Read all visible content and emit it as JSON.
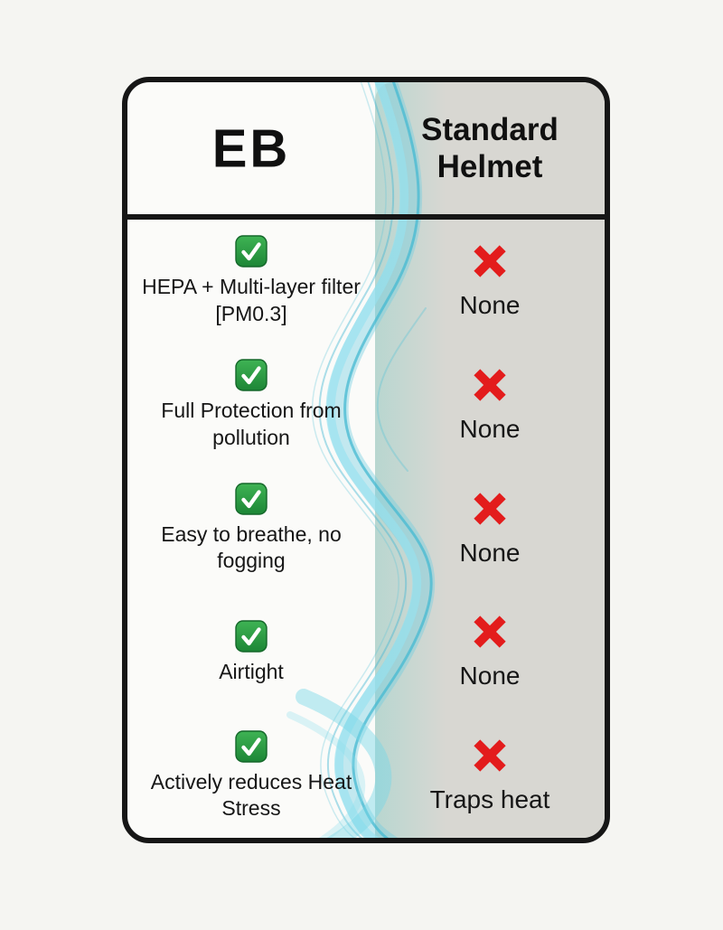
{
  "header": {
    "brand": "EB",
    "competitor": "Standard Helmet"
  },
  "rows": [
    {
      "feature": "HEPA + Multi-layer filter [PM0.3]",
      "comparison": "None"
    },
    {
      "feature": "Full Protection from pollution",
      "comparison": "None"
    },
    {
      "feature": "Easy to breathe, no fogging",
      "comparison": "None"
    },
    {
      "feature": "Airtight",
      "comparison": "None"
    },
    {
      "feature": "Actively reduces Heat Stress",
      "comparison": "Traps heat"
    }
  ],
  "icons": {
    "positive": "check-icon",
    "negative": "cross-icon"
  },
  "colors": {
    "check_green": "#2aa546",
    "cross_red": "#e31c1c",
    "competitor_column_bg": "#d8d7d2",
    "card_bg": "#fbfbf9",
    "border_black": "#161616",
    "wave_cyan": "#5fc8dc",
    "page_bg": "#f5f5f2"
  },
  "chart_data": {
    "type": "table",
    "title": "EB vs Standard Helmet comparison",
    "columns": [
      "EB",
      "Standard Helmet"
    ],
    "rows": [
      [
        "HEPA + Multi-layer filter [PM0.3]",
        "None"
      ],
      [
        "Full Protection from pollution",
        "None"
      ],
      [
        "Easy to breathe, no fogging",
        "None"
      ],
      [
        "Airtight",
        "None"
      ],
      [
        "Actively reduces Heat Stress",
        "Traps heat"
      ]
    ],
    "eb_column_marks": "check (positive) on every row",
    "standard_helmet_column_marks": "cross (negative) on every row",
    "layout": "two-column comparison card, competitor column shaded gray, decorative cyan airflow ribbon along center divider"
  }
}
